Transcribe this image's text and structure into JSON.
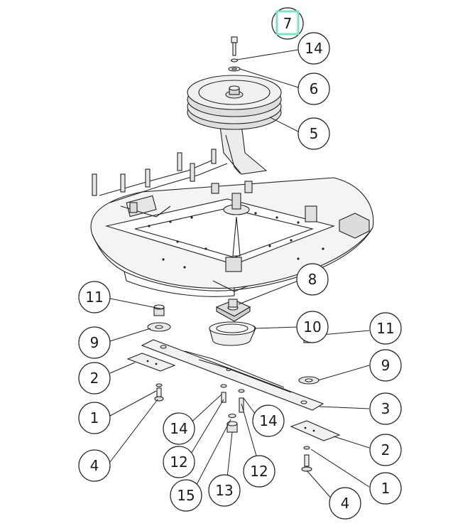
{
  "highlight_color": "#7fe0c8",
  "callouts": [
    {
      "id": "c7",
      "label": "7",
      "highlighted": true
    },
    {
      "id": "c14a",
      "label": "14"
    },
    {
      "id": "c6",
      "label": "6"
    },
    {
      "id": "c5",
      "label": "5"
    },
    {
      "id": "c8",
      "label": "8"
    },
    {
      "id": "c10",
      "label": "10"
    },
    {
      "id": "c11a",
      "label": "11"
    },
    {
      "id": "c9a",
      "label": "9"
    },
    {
      "id": "c2a",
      "label": "2"
    },
    {
      "id": "c1a",
      "label": "1"
    },
    {
      "id": "c4a",
      "label": "4"
    },
    {
      "id": "c14b",
      "label": "14"
    },
    {
      "id": "c12a",
      "label": "12"
    },
    {
      "id": "c15",
      "label": "15"
    },
    {
      "id": "c13",
      "label": "13"
    },
    {
      "id": "c12b",
      "label": "12"
    },
    {
      "id": "c14c",
      "label": "14"
    },
    {
      "id": "c11b",
      "label": "11"
    },
    {
      "id": "c9b",
      "label": "9"
    },
    {
      "id": "c3",
      "label": "3"
    },
    {
      "id": "c2b",
      "label": "2"
    },
    {
      "id": "c1b",
      "label": "1"
    },
    {
      "id": "c4b",
      "label": "4"
    }
  ]
}
